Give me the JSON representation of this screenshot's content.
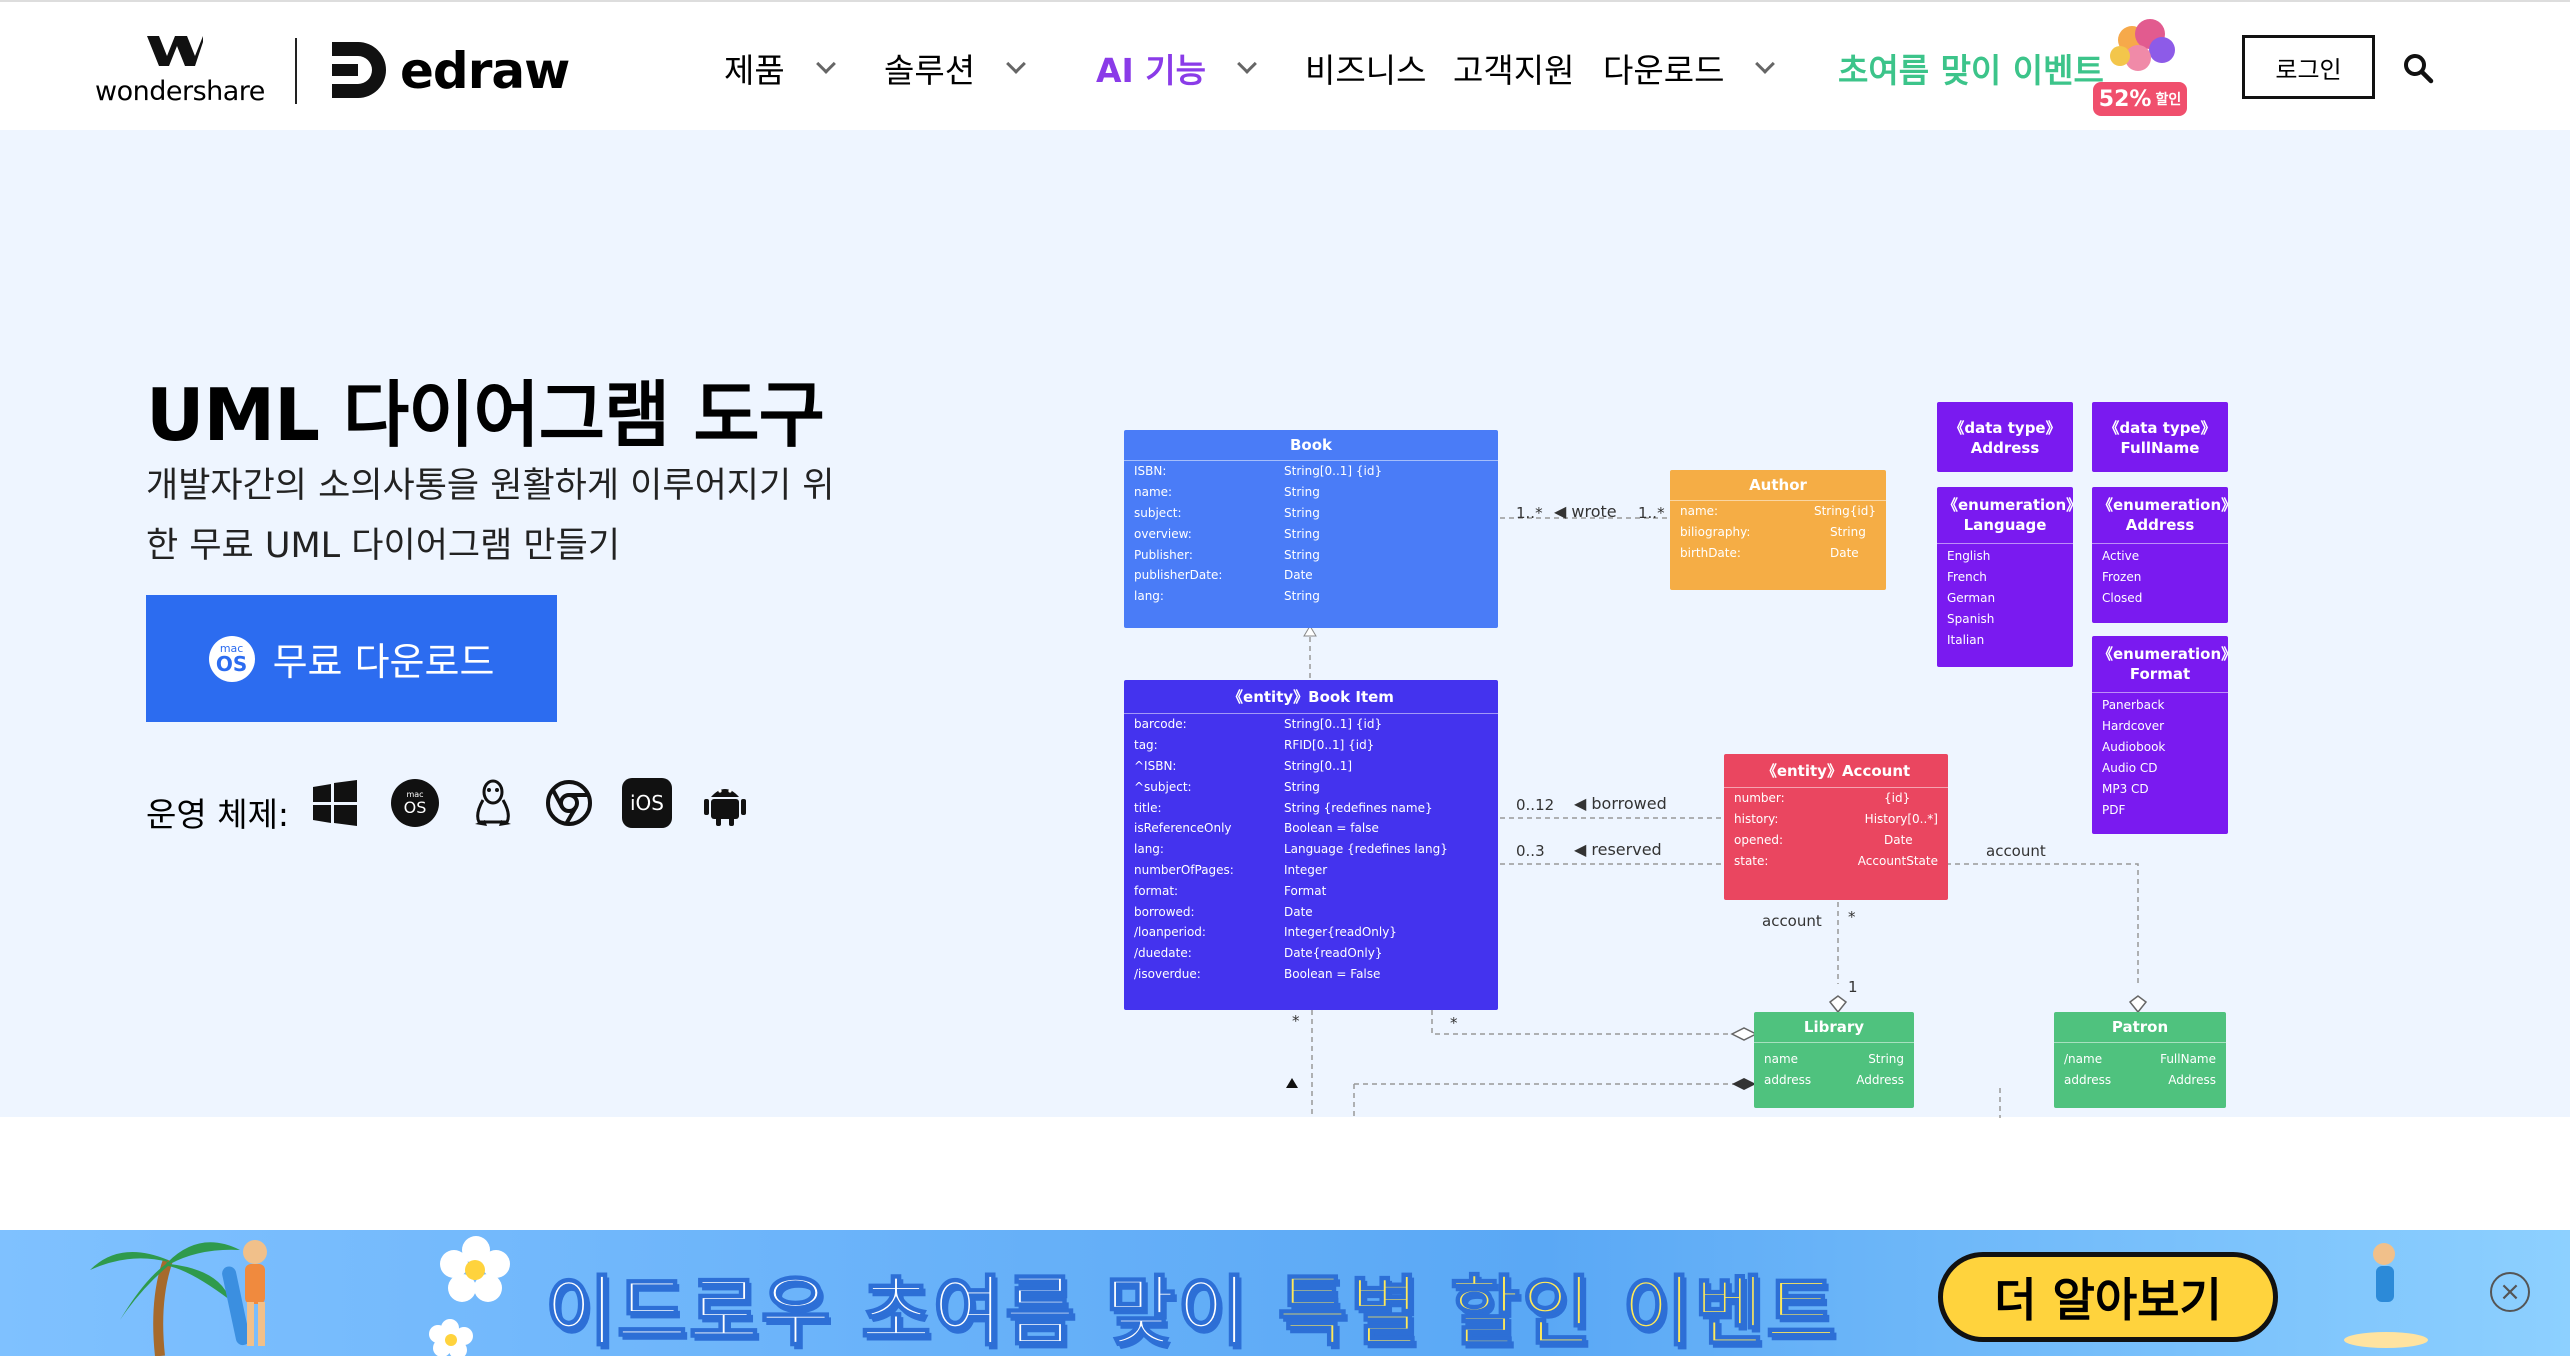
{
  "header": {
    "brand": "wondershare",
    "product": "edraw",
    "nav": [
      {
        "label": "제품"
      },
      {
        "label": "솔루션"
      },
      {
        "label": "AI 기능"
      },
      {
        "label": "비즈니스"
      },
      {
        "label": "고객지원"
      },
      {
        "label": "다운로드"
      },
      {
        "label": "초여름 맞이 이벤트"
      }
    ],
    "sale_badge": "52%",
    "sale_badge_suffix": "할인",
    "login_label": "로그인"
  },
  "hero": {
    "title": "UML 다이어그램 도구",
    "subtitle": "개발자간의 소의사통을 원활하게 이루어지기 위한 무료 UML 다이어그램 만들기",
    "download_label": "무료 다운로드",
    "download_mac_top": "mac",
    "download_mac_bottom": "OS",
    "os_label": "운영 체제:",
    "ios_label": "iOS"
  },
  "uml": {
    "book": {
      "title": "Book",
      "rows": [
        [
          "ISBN:",
          "String[0..1] {id}"
        ],
        [
          "name:",
          "String"
        ],
        [
          "subject:",
          "String"
        ],
        [
          "overview:",
          "String"
        ],
        [
          "Publisher:",
          "String"
        ],
        [
          "publisherDate:",
          "Date"
        ],
        [
          "lang:",
          "String"
        ]
      ]
    },
    "author": {
      "title": "Author",
      "rows": [
        [
          "name:",
          "String{id}"
        ],
        [
          "biliography:",
          "String"
        ],
        [
          "birthDate:",
          "Date"
        ]
      ]
    },
    "book_item": {
      "title": "《entity》Book Item",
      "rows": [
        [
          "barcode:",
          "String[0..1] {id}"
        ],
        [
          "tag:",
          "RFID[0..1] {id}"
        ],
        [
          "^ISBN:",
          "String[0..1]"
        ],
        [
          "^subject:",
          "String"
        ],
        [
          "title:",
          "String {redefines name}"
        ],
        [
          "isReferenceOnly",
          "Boolean = false"
        ],
        [
          "lang:",
          "Language {redefines lang}"
        ],
        [
          "numberOfPages:",
          "Integer"
        ],
        [
          "format:",
          "Format"
        ],
        [
          "borrowed:",
          "Date"
        ],
        [
          "/loanperiod:",
          "Integer{readOnly}"
        ],
        [
          "/duedate:",
          "Date{readOnly}"
        ],
        [
          "/isoverdue:",
          "Boolean = False"
        ]
      ]
    },
    "account": {
      "title": "《entity》Account",
      "rows": [
        [
          "number:",
          "{id}"
        ],
        [
          "history:",
          "History[0..*]"
        ],
        [
          "opened:",
          "Date"
        ],
        [
          "state:",
          "AccountState"
        ]
      ]
    },
    "dt_address": {
      "title": "《data type》 Address"
    },
    "dt_fullname": {
      "title": "《data type》 FullName"
    },
    "en_language": {
      "title": "《enumeration》 Language",
      "items": [
        "English",
        "French",
        "German",
        "Spanish",
        "Italian"
      ]
    },
    "en_address": {
      "title": "《enumeration》 Address",
      "items": [
        "Active",
        "Frozen",
        "Closed"
      ]
    },
    "en_format": {
      "title": "《enumeration》 Format",
      "items": [
        "Panerback",
        "Hardcover",
        "Audiobook",
        "Audio CD",
        "MP3 CD",
        "PDF"
      ]
    },
    "library": {
      "title": "Library",
      "rows": [
        [
          "name",
          "String"
        ],
        [
          "address",
          "Address"
        ]
      ]
    },
    "patron": {
      "title": "Patron",
      "rows": [
        [
          "/name",
          "FullName"
        ],
        [
          "address",
          "Address"
        ]
      ]
    },
    "labels": {
      "m1": "1..*",
      "wrote": "◀ wrote",
      "m2": "1..*",
      "m012": "0..12",
      "borrowed": "◀ borrowed",
      "m03": "0..3",
      "reserved": "◀ reserved",
      "account1": "account",
      "account2": "account",
      "star1": "*",
      "one": "1",
      "star2": "*",
      "star3": "*"
    }
  },
  "banner": {
    "text_main": "이드로우 초여름 맞이 ",
    "text_highlight": "특별 할인 이벤트",
    "button": "더 알아보기"
  },
  "colors": {
    "accent": "#2c6cf0",
    "ai": "#8a3be8",
    "event": "#3cc48a",
    "book": "#4a7cf7",
    "entity": "#4433ee",
    "author": "#f5ad45",
    "account": "#ea4660",
    "enum": "#7a1af0",
    "green": "#4fc27e"
  }
}
